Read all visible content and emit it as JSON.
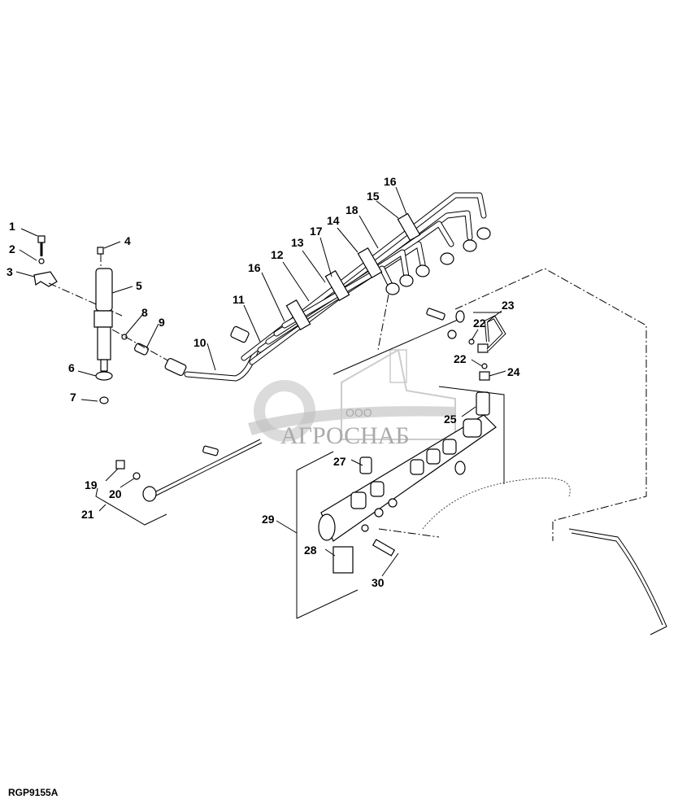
{
  "figure_id": "RGP9155A",
  "watermark": {
    "prefix": "ООО",
    "brand": "АГРОСНАБ"
  },
  "callouts": {
    "c1": "1",
    "c2": "2",
    "c3": "3",
    "c4": "4",
    "c5": "5",
    "c6": "6",
    "c7": "7",
    "c8": "8",
    "c9": "9",
    "c10": "10",
    "c11": "11",
    "c12": "12",
    "c13": "13",
    "c14": "14",
    "c15": "15",
    "c16a": "16",
    "c16b": "16",
    "c17": "17",
    "c18": "18",
    "c19": "19",
    "c20": "20",
    "c21": "21",
    "c22a": "22",
    "c22b": "22",
    "c23": "23",
    "c24": "24",
    "c25": "25",
    "c27": "27",
    "c28": "28",
    "c29": "29",
    "c30": "30"
  }
}
